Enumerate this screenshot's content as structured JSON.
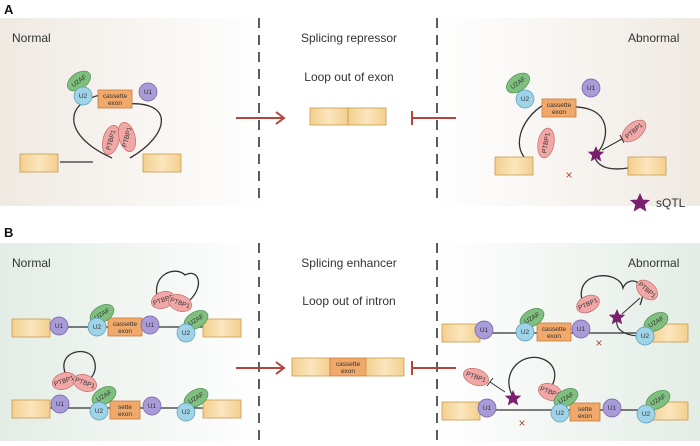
{
  "panel_a": {
    "letter": "A",
    "left_title": "Normal",
    "center_title": "Splicing repressor",
    "center_subtitle": "Loop out of exon",
    "right_title": "Abnormal",
    "legend_label": "sQTL"
  },
  "panel_b": {
    "letter": "B",
    "left_title": "Normal",
    "center_title": "Splicing enhancer",
    "center_subtitle": "Loop out of intron",
    "right_title": "Abnormal"
  },
  "labels": {
    "u2af": "U2AF",
    "u2": "U2",
    "u1": "U1",
    "ptbp1": "PTBP1",
    "cassette_exon_line1": "cassette",
    "cassette_exon_line2": "exon",
    "sette_exon_line1": "sette",
    "sette_exon_line2": "exon"
  },
  "colors": {
    "u2af": "#7fc07f",
    "u2": "#9fd3e8",
    "u1": "#a99ad8",
    "ptbp1": "#f2a7a7",
    "exon": "#f6cf8a",
    "cassette": "#f0a96a",
    "arrow": "#b5453b",
    "star": "#7b1f6f"
  }
}
